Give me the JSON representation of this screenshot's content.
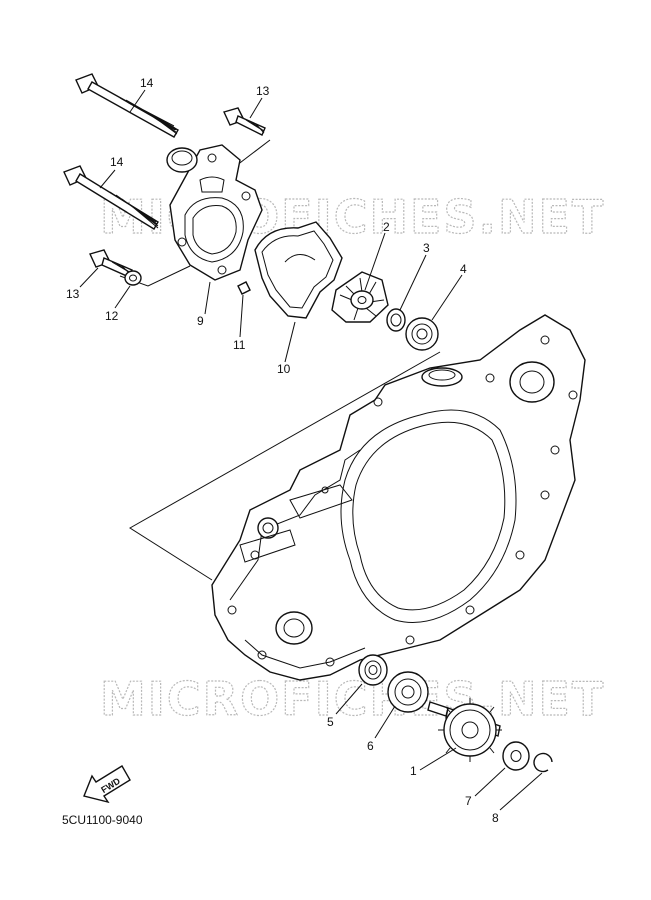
{
  "watermark_text": "MICROFICHES.NET",
  "fwd_label": "FWD",
  "diagram_code": "5CU1100-9040",
  "callouts": {
    "p14a": "14",
    "p14b": "14",
    "p13a": "13",
    "p13b": "13",
    "p12": "12",
    "p9": "9",
    "p11": "11",
    "p10": "10",
    "p2": "2",
    "p3": "3",
    "p4": "4",
    "p5": "5",
    "p6": "6",
    "p1": "1",
    "p7": "7",
    "p8": "8"
  }
}
